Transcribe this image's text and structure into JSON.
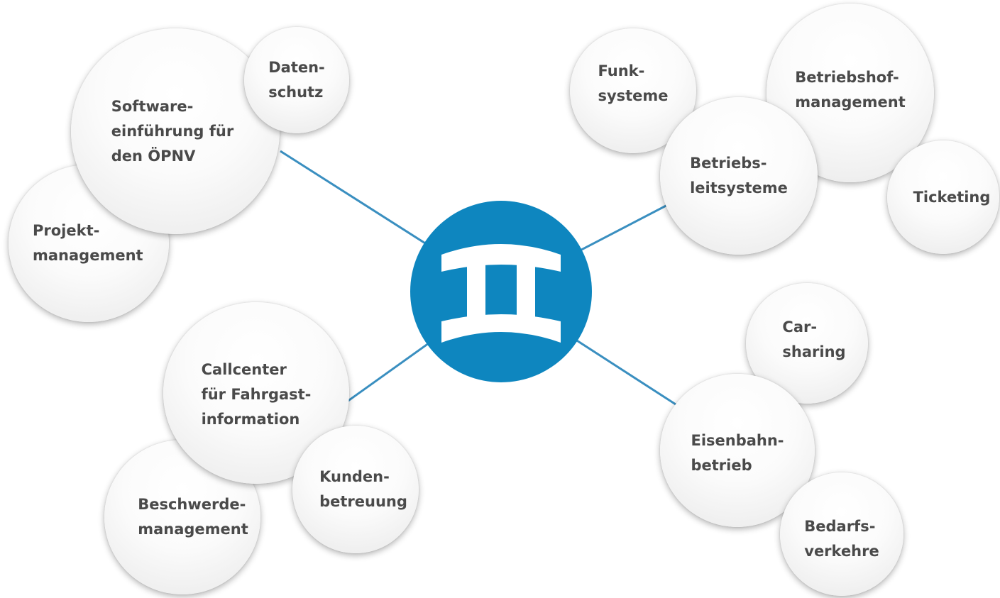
{
  "colors": {
    "hub": "#0e86bf",
    "connector": "#3a8fc0",
    "bubble_text": "#4a4a4a",
    "hub_symbol": "#ffffff"
  },
  "hub": {
    "icon": "gemini-symbol-icon"
  },
  "groups": [
    {
      "id": "software",
      "main": {
        "lines": [
          "Software-",
          "einführung für",
          "den ÖPNV"
        ]
      },
      "children": [
        {
          "lines": [
            "Daten-",
            "schutz"
          ]
        },
        {
          "lines": [
            "Projekt-",
            "management"
          ]
        }
      ]
    },
    {
      "id": "leitsysteme",
      "main": {
        "lines": [
          "Betriebs-",
          "leitsysteme"
        ]
      },
      "children": [
        {
          "lines": [
            "Funk-",
            "systeme"
          ]
        },
        {
          "lines": [
            "Betriebshof-",
            "management"
          ]
        },
        {
          "lines": [
            "Ticketing"
          ]
        }
      ]
    },
    {
      "id": "callcenter",
      "main": {
        "lines": [
          "Callcenter",
          "für Fahrgast-",
          "information"
        ]
      },
      "children": [
        {
          "lines": [
            "Beschwerde-",
            "management"
          ]
        },
        {
          "lines": [
            "Kunden-",
            "betreuung"
          ]
        }
      ]
    },
    {
      "id": "eisenbahn",
      "main": {
        "lines": [
          "Eisenbahn-",
          "betrieb"
        ]
      },
      "children": [
        {
          "lines": [
            "Car-",
            "sharing"
          ]
        },
        {
          "lines": [
            "Bedarfs-",
            "verkehre"
          ]
        }
      ]
    }
  ]
}
